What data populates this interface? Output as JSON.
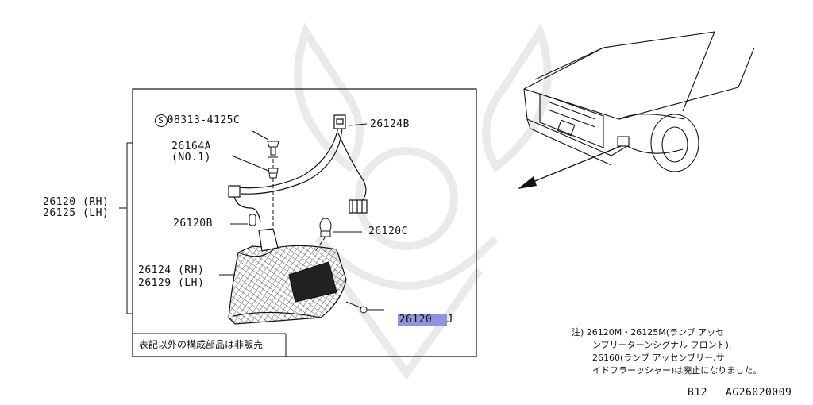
{
  "parts": {
    "screw": "08313-4125C",
    "screw_mark": "S",
    "clip": "26164A",
    "clip_note": "(NO.1)",
    "harness": "26124B",
    "bulb_b": "26120B",
    "bulb_c": "26120C",
    "lens_rh": "26124 (RH)",
    "lens_lh": "26129 (LH)",
    "assy_rh": "26120 (RH)",
    "assy_lh": "26125 (LH)",
    "screw_j_num": "26120",
    "screw_j_suffix": "J"
  },
  "box_note": "表記以外の構成部品は非販売",
  "footnote": {
    "line1": "注) 26120M・26125M(ランプ アッセ",
    "line2": "ンブリーターンシグナル フロント),",
    "line3": "26160(ランプ アッセンブリー,サ",
    "line4": "イドフラーッシャー)は廃止になりました。"
  },
  "footer": {
    "model": "B12",
    "code": "AG26020009"
  },
  "colors": {
    "highlight": "#8f95dd",
    "line": "#111111",
    "watermark": "#ececec"
  }
}
